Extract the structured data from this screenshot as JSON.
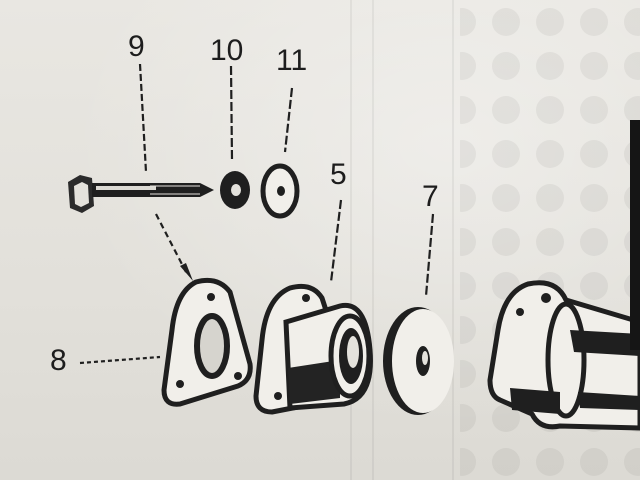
{
  "callouts": {
    "c9": "9",
    "c10": "10",
    "c11": "11",
    "c5": "5",
    "c7": "7",
    "c8": "8"
  }
}
